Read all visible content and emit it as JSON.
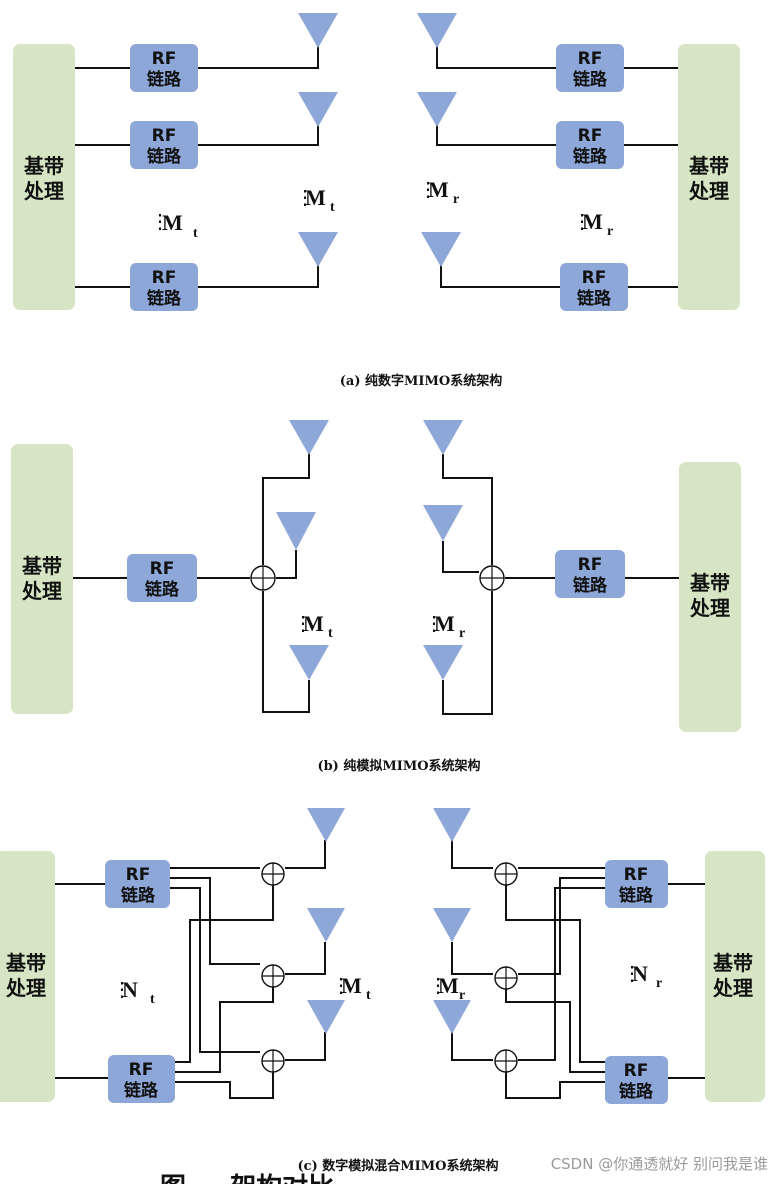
{
  "labels": {
    "baseband": [
      "基带",
      "处理"
    ],
    "rf": [
      "RF",
      "链路"
    ]
  },
  "counts": {
    "a_tx": "M",
    "a_tx_sub": "t",
    "a_rx": "M",
    "a_rx_sub": "r",
    "b_tx": "M",
    "b_tx_sub": "t",
    "b_rx": "M",
    "b_rx_sub": "r",
    "c_rf_tx": "N",
    "c_rf_tx_sub": "t",
    "c_rf_rx": "N",
    "c_rf_rx_sub": "r",
    "c_ant_tx": "M",
    "c_ant_tx_sub": "t",
    "c_ant_rx": "M",
    "c_ant_rx_sub": "r"
  },
  "captions": {
    "a": "(a) 纯数字MIMO系统架构",
    "b": "(b) 纯模拟MIMO系统架构",
    "c": "(c) 数字模拟混合MIMO系统架构"
  },
  "watermark": "CSDN @你通透就好 别问我是谁",
  "figure_title_partial": "图 … 架构对比",
  "colors": {
    "baseband": "#d6e6c4",
    "rf": "#8ea7d9",
    "antenna": "#8ea7d9"
  }
}
